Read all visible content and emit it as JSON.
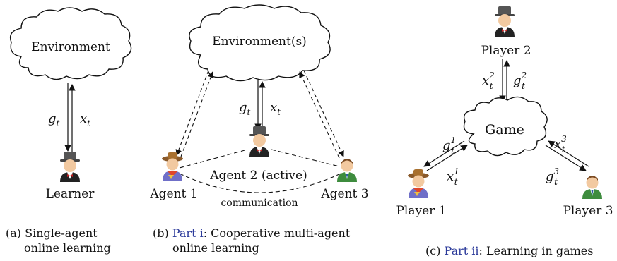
{
  "panel_a": {
    "cloud_label": "Environment",
    "arrow_left": "g",
    "arrow_right": "x",
    "subscript": "t",
    "agent_label": "Learner",
    "caption_tag": "(a)",
    "caption_line1": "Single-agent",
    "caption_line2": "online learning"
  },
  "panel_b": {
    "cloud_label": "Environment(s)",
    "arrow_left": "g",
    "arrow_right": "x",
    "subscript": "t",
    "agent1": "Agent 1",
    "agent2": "Agent 2 (active)",
    "agent3": "Agent 3",
    "comm": "communication",
    "caption_tag": "(b)",
    "caption_link": "Part i",
    "caption_line1": ": Cooperative multi-agent",
    "caption_line2": "online learning"
  },
  "panel_c": {
    "cloud_label": "Game",
    "player1": "Player 1",
    "player2": "Player 2",
    "player3": "Player 3",
    "x": "x",
    "g": "g",
    "subscript": "t",
    "sup1": "1",
    "sup2": "2",
    "sup3": "3",
    "caption_tag": "(c)",
    "caption_link": "Part ii",
    "caption_line1": ": Learning in games"
  },
  "colors": {
    "link": "#2b3a9a",
    "cowboy_hat": "#8a5a2b",
    "cowboy_scarf": "#e0462a",
    "cowboy_shirt": "#6f6fc8",
    "green_jacket": "#3e8c3e",
    "tuxedo": "#222222"
  },
  "icons": [
    "cloud-icon",
    "tuxedo-person-icon",
    "cowboy-icon",
    "green-person-icon"
  ]
}
